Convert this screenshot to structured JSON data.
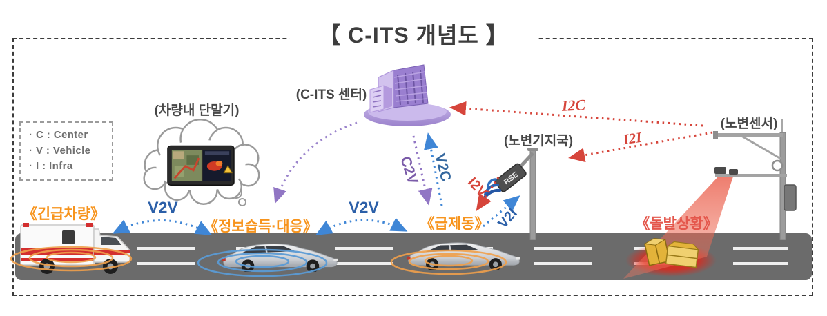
{
  "title": "【 C-ITS 개념도 】",
  "legend": {
    "items": [
      "· C : Center",
      "· V : Vehicle",
      "· I : Infra"
    ]
  },
  "nodes": {
    "terminal": {
      "label": "(차량내 단말기)"
    },
    "center": {
      "label": "(C-ITS 센터)"
    },
    "rsu": {
      "label": "(노변기지국)",
      "device_label": "RSE"
    },
    "sensor": {
      "label": "(노변센서)"
    }
  },
  "scene": {
    "emergency": "《긴급차량》",
    "info": "《정보습득·대응》",
    "braking": "《급제동》",
    "incident": "《돌발상황》"
  },
  "links": {
    "v2v_left": "V2V",
    "v2v_right": "V2V",
    "c2v": "C2V",
    "v2c": "V2C",
    "i2v": "I2V",
    "v2i": "V2I",
    "i2c": "I2C",
    "i2i": "I2I"
  },
  "colors": {
    "orange": "#F7941D",
    "incident": "#E4564B",
    "arrowred": "#D6453B",
    "navy": "#2B5FA8",
    "blue": "#3F86D6",
    "steel": "#35689F",
    "purple": "#7B5CA9",
    "label": "#474747",
    "road": "#6B6B6B",
    "building": "#B5A0DC"
  }
}
